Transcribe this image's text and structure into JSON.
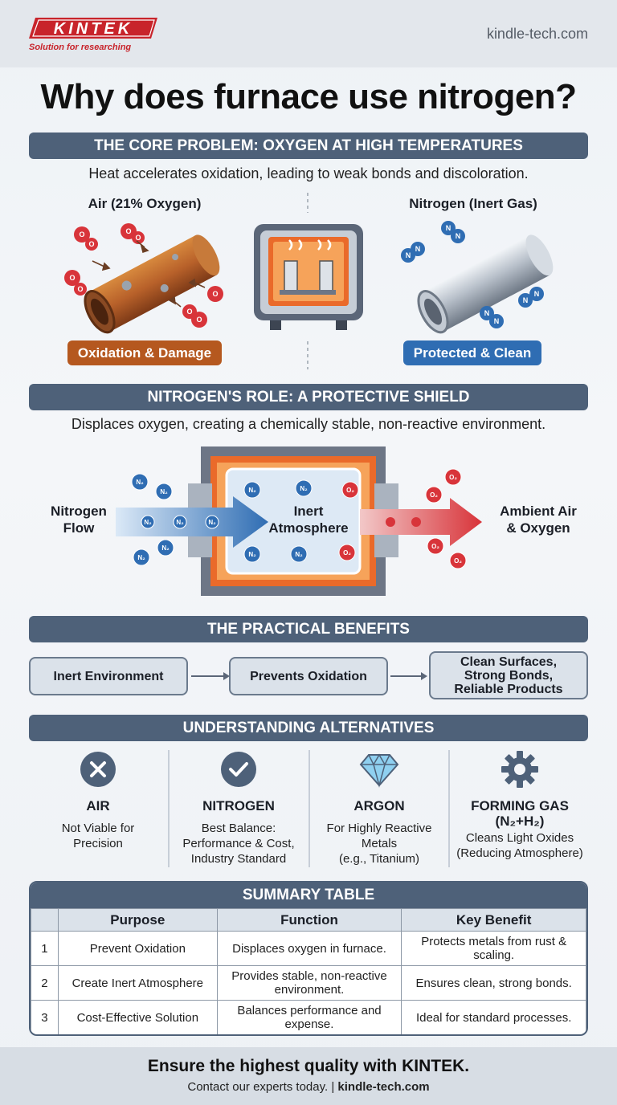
{
  "header": {
    "logo_text": "KINTEK",
    "logo_tagline": "Solution for researching",
    "site": "kindle-tech.com"
  },
  "title": "Why does furnace use nitrogen?",
  "core_problem": {
    "heading": "THE CORE PROBLEM: OXYGEN AT HIGH TEMPERATURES",
    "subtitle": "Heat accelerates oxidation, leading to weak bonds and discoloration.",
    "left_label": "Air (21% Oxygen)",
    "left_badge": "Oxidation & Damage",
    "right_label": "Nitrogen (Inert Gas)",
    "right_badge": "Protected & Clean",
    "colors": {
      "damage": "#b5581f",
      "protected": "#2f6db3"
    }
  },
  "role": {
    "heading": "NITROGEN'S ROLE: A PROTECTIVE SHIELD",
    "subtitle": "Displaces oxygen, creating a chemically stable, non-reactive environment.",
    "flow_label_1": "Nitrogen",
    "flow_label_2": "Flow",
    "center_label_1": "Inert",
    "center_label_2": "Atmosphere",
    "out_label_1": "Ambient Air",
    "out_label_2": "& Oxygen"
  },
  "benefits": {
    "heading": "THE PRACTICAL BENEFITS",
    "step1": "Inert Environment",
    "step2": "Prevents Oxidation",
    "step3_l1": "Clean Surfaces,",
    "step3_l2": "Strong Bonds,",
    "step3_l3": "Reliable Products"
  },
  "alternatives": {
    "heading": "UNDERSTANDING ALTERNATIVES",
    "air": {
      "name": "AIR",
      "d1": "Not Viable for",
      "d2": "Precision",
      "icon": "x-circle-icon"
    },
    "nitrogen": {
      "name": "NITROGEN",
      "d1": "Best Balance:",
      "d2": "Performance & Cost,",
      "d3": "Industry Standard",
      "icon": "check-circle-icon"
    },
    "argon": {
      "name": "ARGON",
      "d1": "For Highly Reactive",
      "d2": "Metals",
      "d3": "(e.g., Titanium)",
      "icon": "diamond-icon"
    },
    "forming": {
      "name": "FORMING GAS",
      "formula": "(N₂+H₂)",
      "d1": "Cleans Light Oxides",
      "d2": "(Reducing Atmosphere)",
      "icon": "gear-icon"
    }
  },
  "summary": {
    "heading": "SUMMARY TABLE",
    "columns": [
      "",
      "Purpose",
      "Function",
      "Key Benefit"
    ],
    "rows": [
      [
        "1",
        "Prevent Oxidation",
        "Displaces oxygen in furnace.",
        "Protects metals from rust & scaling."
      ],
      [
        "2",
        "Create Inert Atmosphere",
        "Provides stable, non-reactive environment.",
        "Ensures clean, strong bonds."
      ],
      [
        "3",
        "Cost-Effective Solution",
        "Balances performance and expense.",
        "Ideal for standard processes."
      ]
    ]
  },
  "footer": {
    "main": "Ensure the highest quality with KINTEK.",
    "contact": "Contact our experts today.",
    "separator": " | ",
    "site": "kindle-tech.com"
  },
  "molecules": {
    "o2": "O",
    "n2": "N",
    "o2_sub": "O₂",
    "n2_sub": "N₂"
  }
}
